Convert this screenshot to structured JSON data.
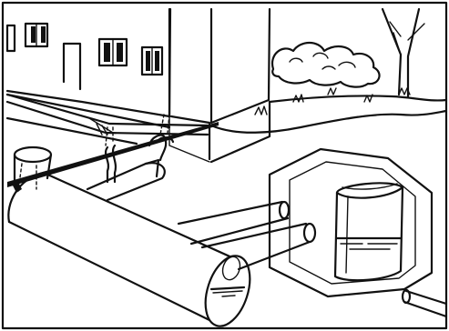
{
  "illustration": {
    "style": "black line drawing on white",
    "ink_color": "#111111",
    "paper_color": "#ffffff",
    "elements": [
      "house",
      "house-windows",
      "house-door",
      "garden-bushes",
      "tree",
      "rain-gutter",
      "downpipes",
      "horizontal-storage-tank",
      "standpipe-inlet",
      "overflow-pipes",
      "buried-water-barrel",
      "outflow-pipe"
    ]
  }
}
